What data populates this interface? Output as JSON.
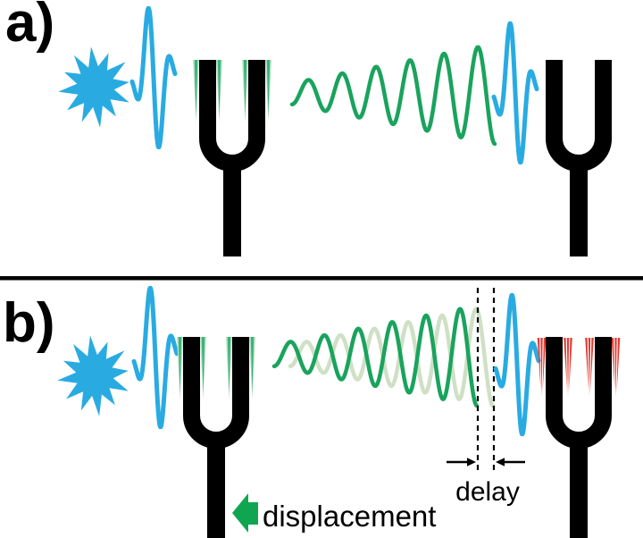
{
  "colors": {
    "ink": "#000000",
    "blue": "#29abe2",
    "green": "#1aa35d",
    "pale_green": "#cfe0c5",
    "mark_green": "#3cb277",
    "mark_green_light": "#b7e0c6",
    "arrow_green": "#10a651",
    "red": "#e23b32"
  },
  "panel_a": {
    "label": "a)"
  },
  "panel_b": {
    "label": "b)",
    "delay_label": "delay",
    "displacement_label": "displacement"
  },
  "icons": {
    "starburst": "excitation-burst-icon",
    "wavelet": "light-pulse-wavelet",
    "fork": "tuning-fork",
    "vibration_marks": "vibration-marks"
  }
}
